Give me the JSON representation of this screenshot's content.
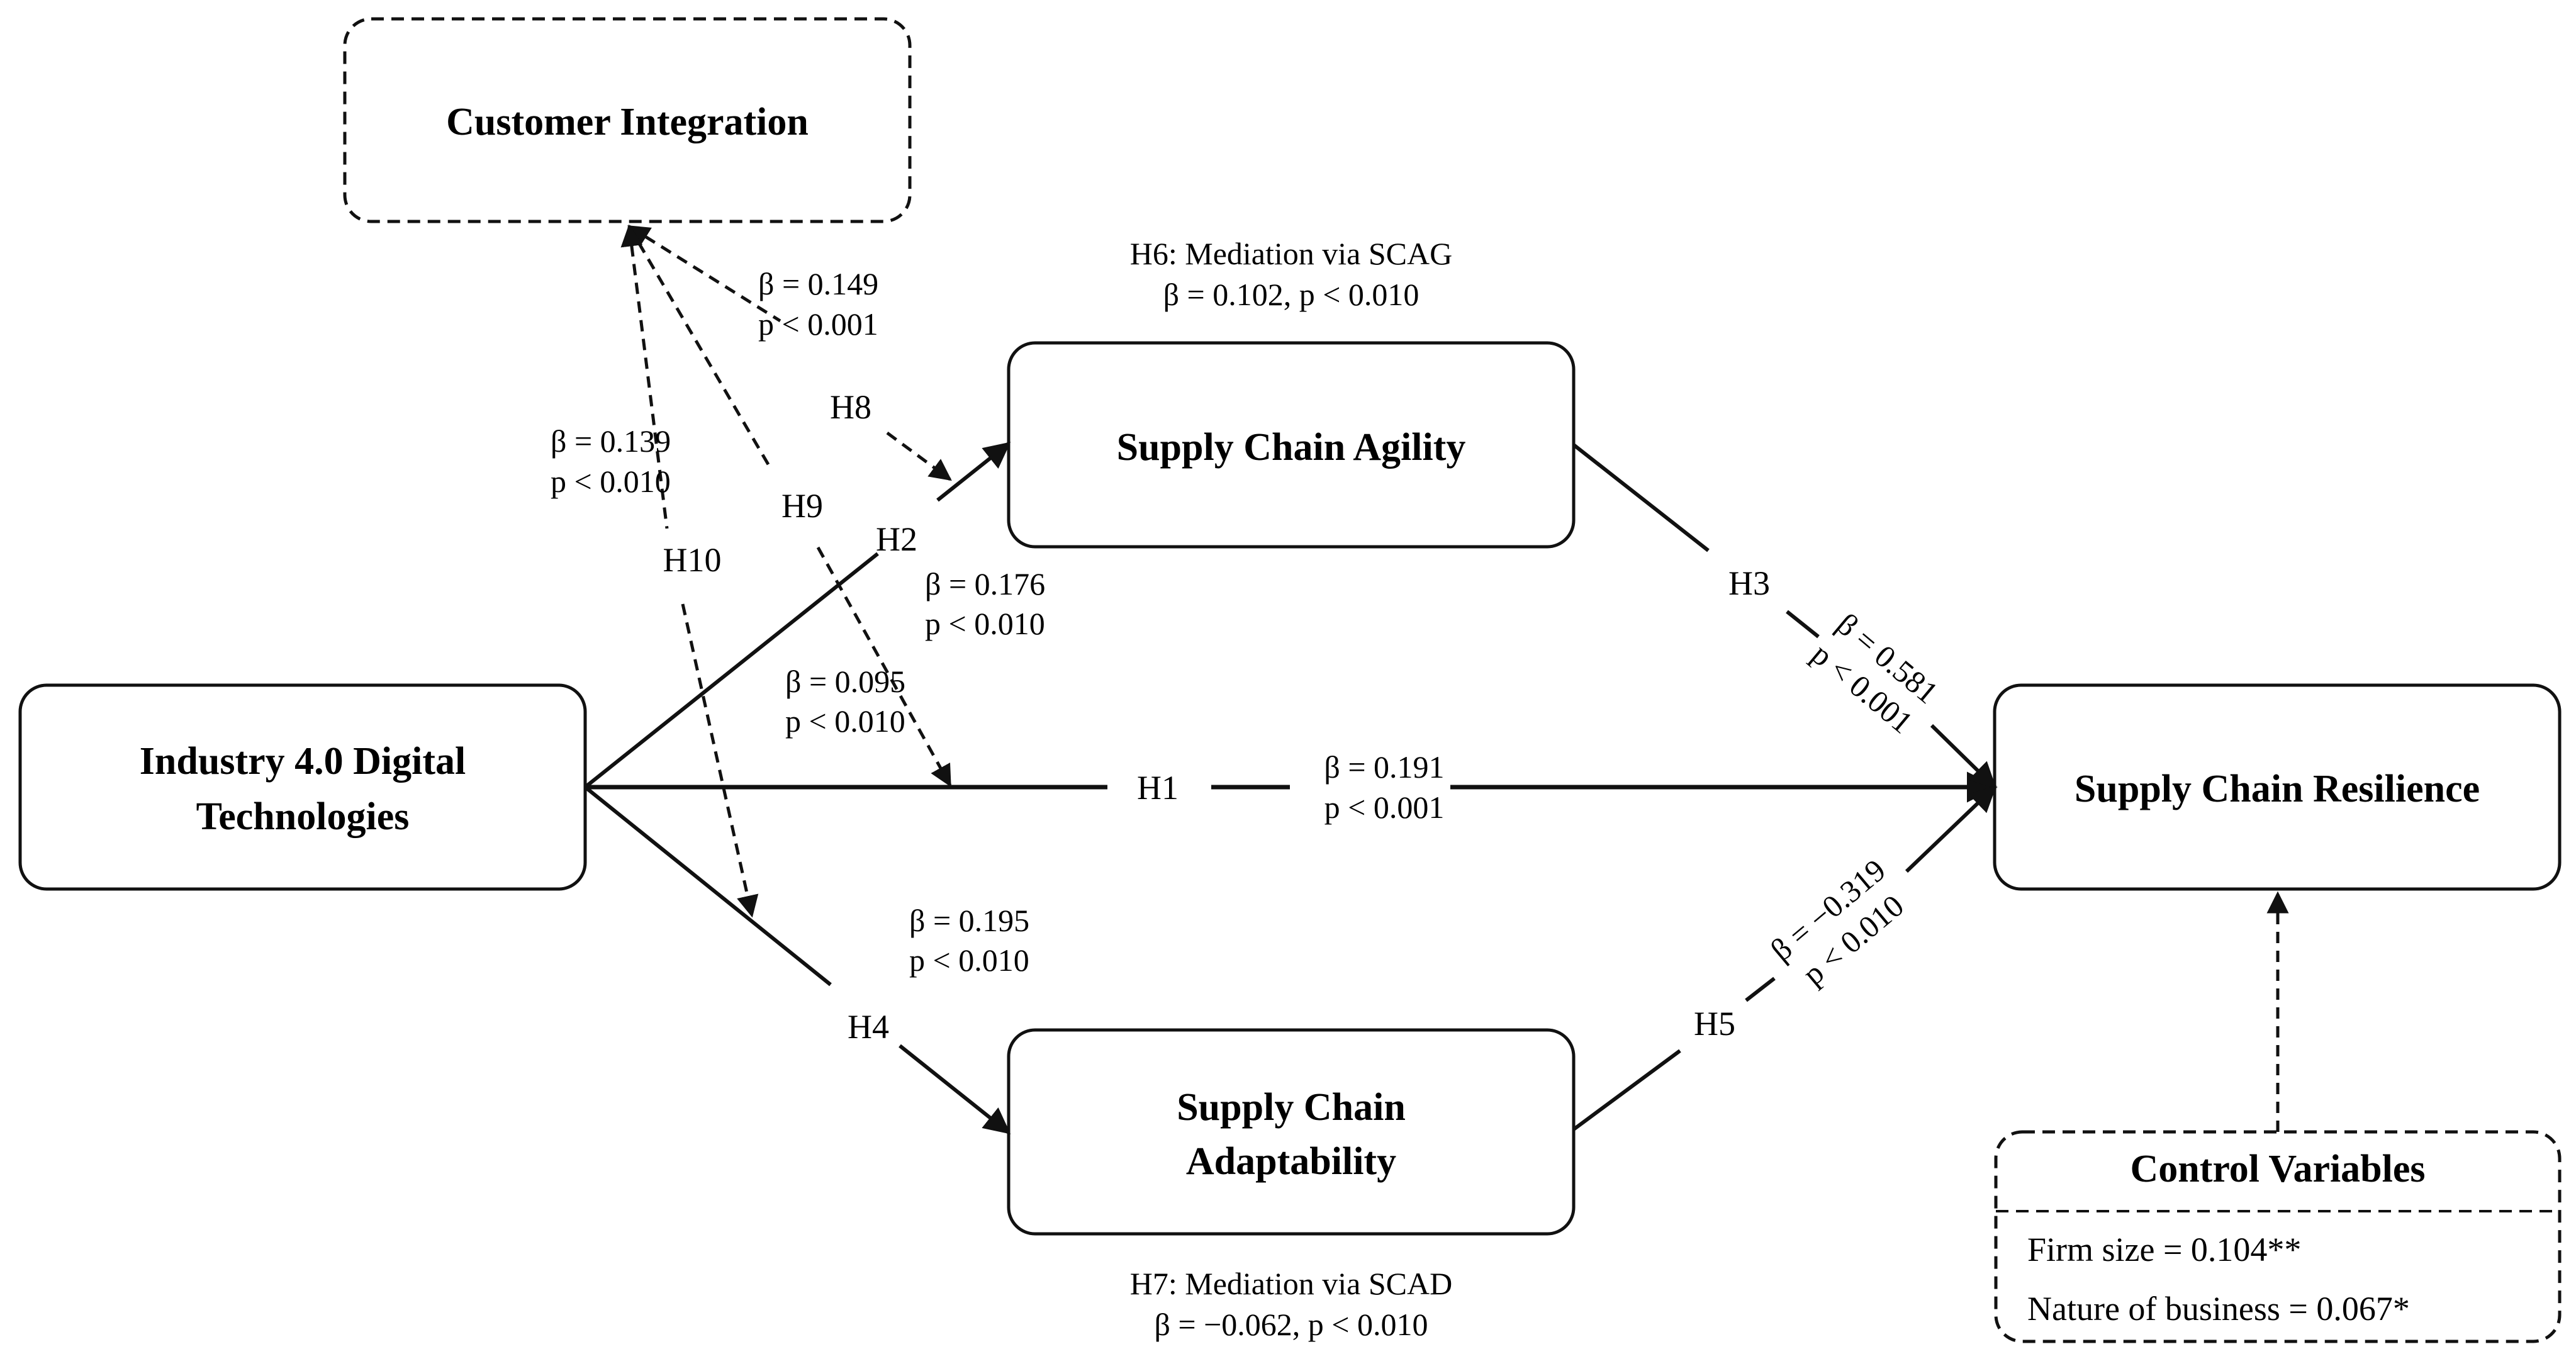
{
  "nodes": {
    "customer_integration": "Customer Integration",
    "industry40": [
      "Industry 4.0 Digital",
      "Technologies"
    ],
    "agility": "Supply Chain Agility",
    "adaptability": [
      "Supply Chain",
      "Adaptability"
    ],
    "resilience": "Supply Chain Resilience",
    "controls": {
      "title": "Control Variables",
      "items": [
        "Firm size = 0.104**",
        "Nature of business = 0.067*"
      ]
    }
  },
  "paths": {
    "h1": {
      "label": "H1",
      "beta": "β = 0.191",
      "p": "p < 0.001"
    },
    "h2": {
      "label": "H2",
      "beta": "β = 0.176",
      "p": "p < 0.010"
    },
    "h3": {
      "label": "H3",
      "beta": "β = 0.581",
      "p": "p < 0.001"
    },
    "h4": {
      "label": "H4",
      "beta": "β = 0.195",
      "p": "p < 0.010"
    },
    "h5": {
      "label": "H5",
      "beta": "β = −0.319",
      "p": "p < 0.010"
    },
    "h8": {
      "label": "H8",
      "beta": "β = 0.149",
      "p": "p < 0.001"
    },
    "h9": {
      "label": "H9",
      "beta": "β = 0.095",
      "p": "p < 0.010"
    },
    "h10": {
      "label": "H10",
      "beta": "β = 0.139",
      "p": "p < 0.010"
    }
  },
  "mediation": {
    "h6": {
      "title": "H6: Mediation via SCAG",
      "stats": "β = 0.102, p < 0.010"
    },
    "h7": {
      "title": "H7: Mediation via SCAD",
      "stats": "β = −0.062, p < 0.010"
    }
  }
}
